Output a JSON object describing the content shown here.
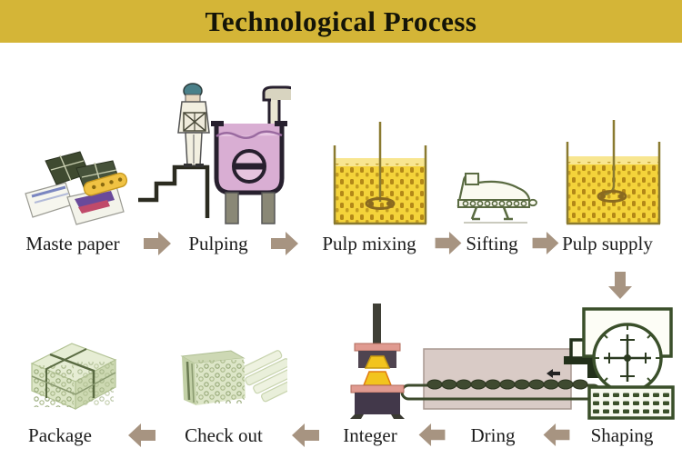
{
  "title": "Technological Process",
  "colors": {
    "banner": "#d4b537",
    "arrow": "#a79481",
    "label_text": "#1b1b1b",
    "tank_liquid": "#f4d33a",
    "vat_body": "#d9aed3",
    "machine_outline": "#3a4f2a",
    "tray_green": "#dde6c8"
  },
  "flow": {
    "row1": [
      {
        "label": "Maste paper",
        "icon": "waste-paper-icon"
      },
      {
        "label": "Pulping",
        "icon": "pulping-vat-icon"
      },
      {
        "label": "Pulp mixing",
        "icon": "mixing-tank-icon"
      },
      {
        "label": "Sifting",
        "icon": "sifting-machine-icon"
      },
      {
        "label": "Pulp supply",
        "icon": "supply-tank-icon"
      }
    ],
    "row2": [
      {
        "label": "Shaping",
        "icon": "shaping-machine-icon"
      },
      {
        "label": "Dring",
        "icon": "drying-conveyor-icon"
      },
      {
        "label": "Integer",
        "icon": "press-machine-icon"
      },
      {
        "label": "Check out",
        "icon": "egg-tray-stack-icon"
      },
      {
        "label": "Package",
        "icon": "packed-bundle-icon"
      }
    ],
    "arrow_directions": {
      "row1": "right",
      "row2": "left",
      "connector": "down"
    }
  }
}
